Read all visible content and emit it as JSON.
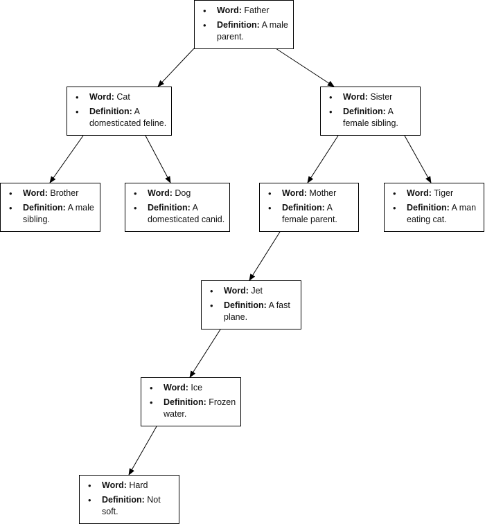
{
  "labels": {
    "word": "Word:",
    "definition": "Definition:"
  },
  "nodes": {
    "father": {
      "word": "Father",
      "definition": "A male parent."
    },
    "cat": {
      "word": "Cat",
      "definition": "A domesticated feline."
    },
    "sister": {
      "word": "Sister",
      "definition": "A female sibling."
    },
    "brother": {
      "word": "Brother",
      "definition": "A male sibling."
    },
    "dog": {
      "word": "Dog",
      "definition": "A domesticated canid."
    },
    "mother": {
      "word": "Mother",
      "definition": "A female parent."
    },
    "tiger": {
      "word": "Tiger",
      "definition": "A man eating cat."
    },
    "jet": {
      "word": "Jet",
      "definition": "A fast plane."
    },
    "ice": {
      "word": "Ice",
      "definition": "Frozen water."
    },
    "hard": {
      "word": "Hard",
      "definition": "Not soft."
    }
  },
  "edges": [
    [
      "father",
      "cat"
    ],
    [
      "father",
      "sister"
    ],
    [
      "cat",
      "brother"
    ],
    [
      "cat",
      "dog"
    ],
    [
      "sister",
      "mother"
    ],
    [
      "sister",
      "tiger"
    ],
    [
      "mother",
      "jet"
    ],
    [
      "jet",
      "ice"
    ],
    [
      "ice",
      "hard"
    ]
  ]
}
